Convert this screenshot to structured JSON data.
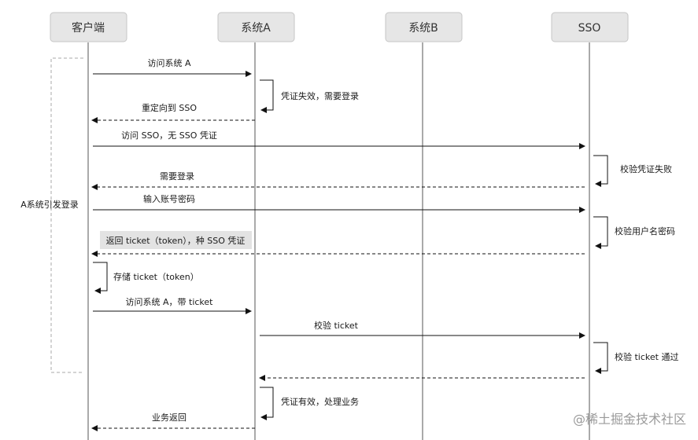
{
  "actors": [
    {
      "id": "client",
      "label": "客户端"
    },
    {
      "id": "sysA",
      "label": "系统A"
    },
    {
      "id": "sysB",
      "label": "系统B"
    },
    {
      "id": "sso",
      "label": "SSO"
    }
  ],
  "group": {
    "label": "A系统引发登录"
  },
  "messages": [
    {
      "from": "client",
      "to": "sysA",
      "label": "访问系统 A",
      "style": "solid"
    },
    {
      "self": "sysA",
      "label": "凭证失效，需要登录"
    },
    {
      "from": "sysA",
      "to": "client",
      "label": "重定向到 SSO",
      "style": "dashed"
    },
    {
      "from": "client",
      "to": "sso",
      "label": "访问 SSO，无 SSO 凭证",
      "style": "solid"
    },
    {
      "self": "sso",
      "label": "校验凭证失败"
    },
    {
      "from": "sso",
      "to": "client",
      "label": "需要登录",
      "style": "dashed"
    },
    {
      "from": "client",
      "to": "sso",
      "label": "输入账号密码",
      "style": "solid"
    },
    {
      "self": "sso",
      "label": "校验用户名密码"
    },
    {
      "from": "sso",
      "to": "client",
      "label": "返回 ticket（token），种 SSO 凭证",
      "style": "dashed",
      "highlight": true
    },
    {
      "self": "client",
      "label": "存储 ticket（token）"
    },
    {
      "from": "client",
      "to": "sysA",
      "label": "访问系统 A，带 ticket",
      "style": "solid"
    },
    {
      "from": "sysA",
      "to": "sso",
      "label": "校验 ticket",
      "style": "solid"
    },
    {
      "self": "sso",
      "label": "校验 ticket 通过"
    },
    {
      "from": "sso",
      "to": "sysA",
      "label": "",
      "style": "dashed"
    },
    {
      "self": "sysA",
      "label": "凭证有效，处理业务"
    },
    {
      "from": "sysA",
      "to": "client",
      "label": "业务返回",
      "style": "dashed"
    }
  ],
  "watermark": "@稀土掘金技术社区"
}
